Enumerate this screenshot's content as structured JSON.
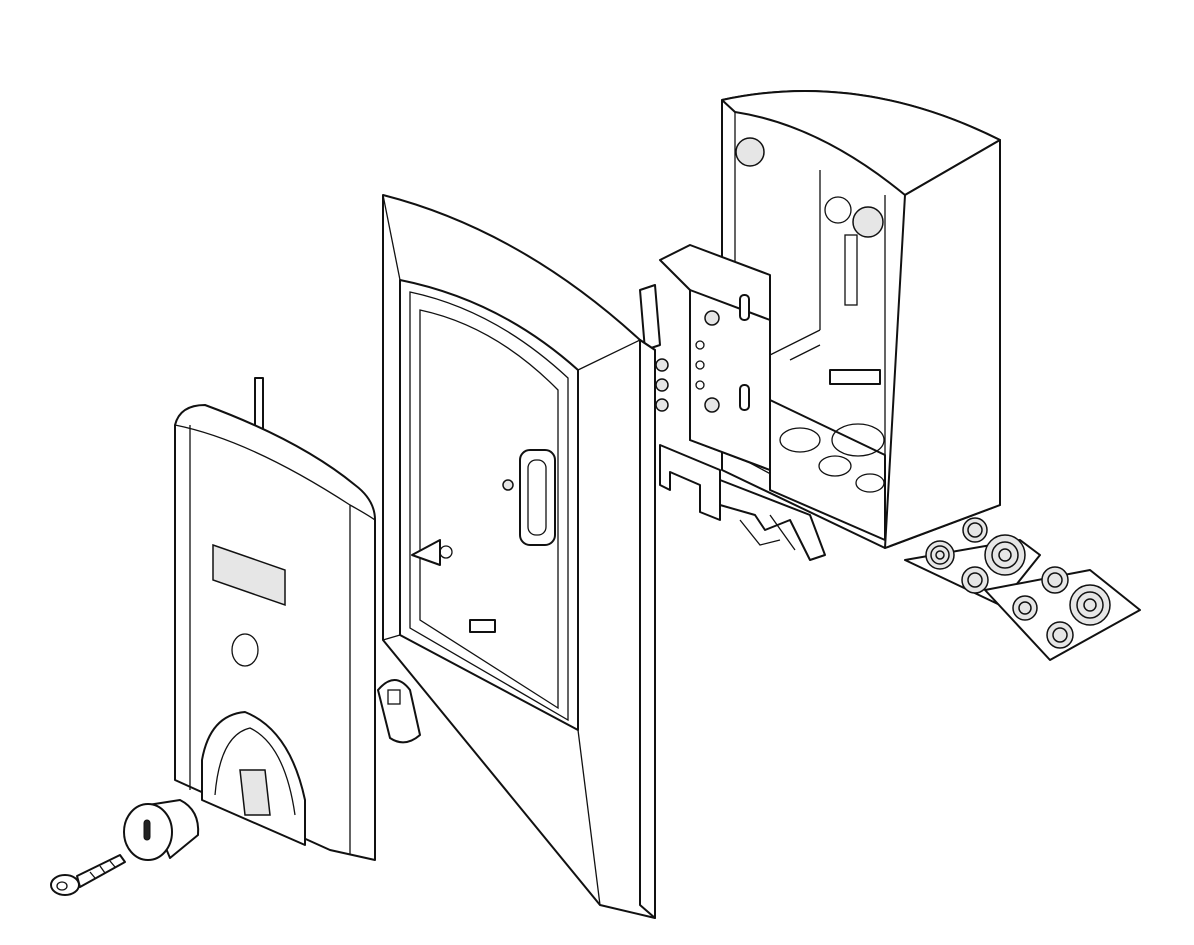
{
  "diagram": {
    "type": "exploded-assembly-drawing",
    "colors": {
      "line": "#111111",
      "fill": "#ffffff",
      "shade": "#e6e6e6"
    },
    "parts": [
      "front-cover",
      "mounting-frame",
      "inner-bracket",
      "back-box",
      "cable-grommet-plates",
      "lock-cylinder",
      "key",
      "hinge-clip"
    ]
  }
}
